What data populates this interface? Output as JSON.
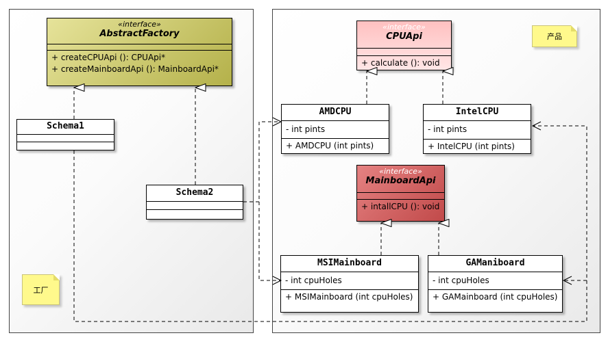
{
  "colors": {
    "factory_interface": "#e6e39a",
    "factory_interface_dark": "#b4b14a",
    "cpu_interface": "#ffc0c0",
    "cpu_interface_dark": "#ffe6e6",
    "mainboard_interface": "#e58282",
    "mainboard_interface_dark": "#c14a4a",
    "note": "#fff98c"
  },
  "notes": {
    "factory": "工厂",
    "product": "产品"
  },
  "classes": {
    "abstract_factory": {
      "stereotype": "«interface»",
      "name": "AbstractFactory",
      "methods": [
        "+ createCPUApi (): CPUApi*",
        "+ createMainboardApi (): MainboardApi*"
      ]
    },
    "schema1": {
      "name": "Schema1"
    },
    "schema2": {
      "name": "Schema2"
    },
    "cpu_api": {
      "stereotype": "«interface»",
      "name": "CPUApi",
      "methods": [
        "+ calculate (): void"
      ]
    },
    "amd_cpu": {
      "name": "AMDCPU",
      "attributes": [
        "- int pints"
      ],
      "methods": [
        "+ AMDCPU (int pints)"
      ]
    },
    "intel_cpu": {
      "name": "IntelCPU",
      "attributes": [
        "- int pints"
      ],
      "methods": [
        "+ IntelCPU (int pints)"
      ]
    },
    "mainboard_api": {
      "stereotype": "«interface»",
      "name": "MainboardApi",
      "methods": [
        "+ intallCPU (): void"
      ]
    },
    "msi_mainboard": {
      "name": "MSIMainboard",
      "attributes": [
        "- int cpuHoles"
      ],
      "methods": [
        "+ MSIMainboard (int cpuHoles)"
      ]
    },
    "ga_mainboard": {
      "name": "GAManiboard",
      "attributes": [
        "- int cpuHoles"
      ],
      "methods": [
        "+ GAMainboard (int cpuHoles)"
      ]
    }
  }
}
